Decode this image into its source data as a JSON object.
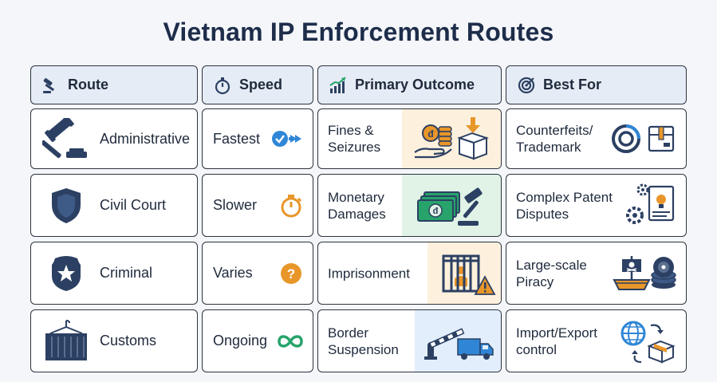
{
  "title": "Vietnam IP Enforcement Routes",
  "headers": [
    {
      "label": "Route",
      "icon": "gavel-icon"
    },
    {
      "label": "Speed",
      "icon": "stopwatch-icon"
    },
    {
      "label": "Primary Outcome",
      "icon": "growth-chart-icon"
    },
    {
      "label": "Best For",
      "icon": "target-icon"
    }
  ],
  "rows": [
    {
      "route": "Administrative",
      "route_icon": "gavel-icon",
      "speed": "Fastest",
      "speed_icon": "fast-check-icon",
      "outcome_line1": "Fines &",
      "outcome_line2": "Seizures",
      "outcome_icon": "coins-box-icon",
      "outcome_bg": "#fdf1de",
      "best_line1": "Counterfeits/",
      "best_line2": "Trademark",
      "best_icon": "trademark-box-icon"
    },
    {
      "route": "Civil Court",
      "route_icon": "shield-icon",
      "speed": "Slower",
      "speed_icon": "timer-icon",
      "outcome_line1": "Monetary",
      "outcome_line2": "Damages",
      "outcome_icon": "money-gavel-icon",
      "outcome_bg": "#e0f3e6",
      "best_line1": "Complex Patent",
      "best_line2": "Disputes",
      "best_icon": "gears-document-icon"
    },
    {
      "route": "Criminal",
      "route_icon": "police-badge-icon",
      "speed": "Varies",
      "speed_icon": "question-icon",
      "outcome_line1": "Imprisonment",
      "outcome_line2": "",
      "outcome_icon": "jail-icon",
      "outcome_bg": "#fdf1de",
      "best_line1": "Large-scale",
      "best_line2": "Piracy",
      "best_icon": "pirate-ship-icon"
    },
    {
      "route": "Customs",
      "route_icon": "shipping-container-icon",
      "speed": "Ongoing",
      "speed_icon": "infinity-icon",
      "outcome_line1": "Border",
      "outcome_line2": "Suspension",
      "outcome_icon": "barrier-truck-icon",
      "outcome_bg": "#e2eefb",
      "best_line1": "Import/Export",
      "best_line2": "control",
      "best_icon": "globe-box-icon"
    }
  ],
  "colors": {
    "navy": "#2c4063",
    "blue": "#2f86d6",
    "orange": "#e8962a",
    "green": "#27a36b",
    "header_bg": "#e6ecf5"
  }
}
